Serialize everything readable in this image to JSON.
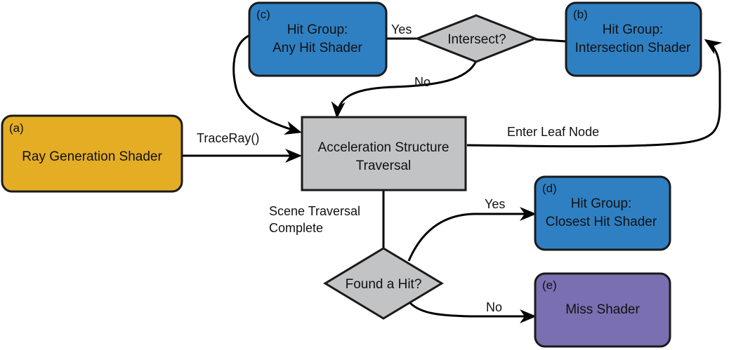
{
  "colors": {
    "ray_generation": "#e4ad24",
    "hit_group": "#2f80c3",
    "miss": "#7a6fb0",
    "traversal": "#c2c3c5",
    "decision": "#c2c3c5",
    "edge": "#000000"
  },
  "nodes": {
    "ray_gen": {
      "letter": "(a)",
      "lines": [
        "Ray Generation Shader"
      ]
    },
    "intersection": {
      "letter": "(b)",
      "lines": [
        "Hit Group:",
        "Intersection Shader"
      ]
    },
    "any_hit": {
      "letter": "(c)",
      "lines": [
        "Hit Group:",
        "Any Hit Shader"
      ]
    },
    "closest_hit": {
      "letter": "(d)",
      "lines": [
        "Hit Group:",
        "Closest Hit Shader"
      ]
    },
    "miss": {
      "letter": "(e)",
      "lines": [
        "Miss Shader"
      ]
    },
    "traversal": {
      "lines": [
        "Acceleration Structure",
        "Traversal"
      ]
    },
    "intersect_decision": {
      "lines": [
        "Intersect?"
      ]
    },
    "found_hit_decision": {
      "lines": [
        "Found a Hit?"
      ]
    }
  },
  "edges": {
    "trace_ray": "TraceRay()",
    "enter_leaf_node": "Enter Leaf Node",
    "intersect_yes": "Yes",
    "intersect_no": "No",
    "scene_complete": [
      "Scene Traversal",
      "Complete"
    ],
    "found_yes": "Yes",
    "found_no": "No"
  }
}
